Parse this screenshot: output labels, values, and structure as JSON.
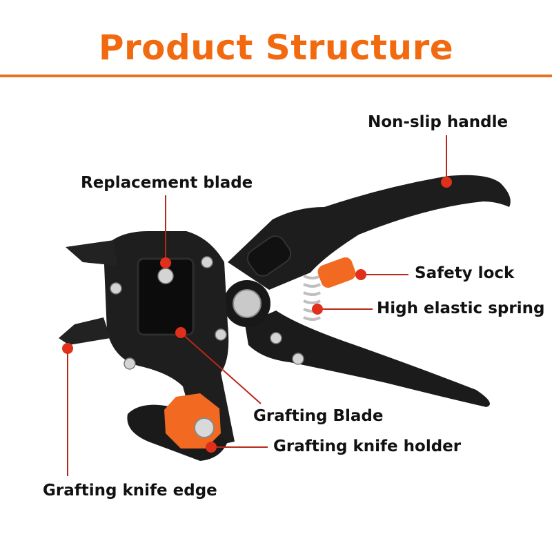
{
  "title": "Product Structure",
  "colors": {
    "title": "#f26a10",
    "rule": "#e8711e",
    "leader_line": "#b8281a",
    "dot": "#e0301c",
    "tool_body": "#1c1c1c",
    "accent_orange": "#f26a21"
  },
  "callouts": [
    {
      "id": "non-slip-handle",
      "label": "Non-slip handle"
    },
    {
      "id": "replacement-blade",
      "label": "Replacement blade"
    },
    {
      "id": "safety-lock",
      "label": "Safety lock"
    },
    {
      "id": "high-elastic-spring",
      "label": "High elastic spring"
    },
    {
      "id": "grafting-blade",
      "label": "Grafting Blade"
    },
    {
      "id": "grafting-knife-holder",
      "label": "Grafting knife holder"
    },
    {
      "id": "grafting-knife-edge",
      "label": "Grafting knife edge"
    }
  ]
}
